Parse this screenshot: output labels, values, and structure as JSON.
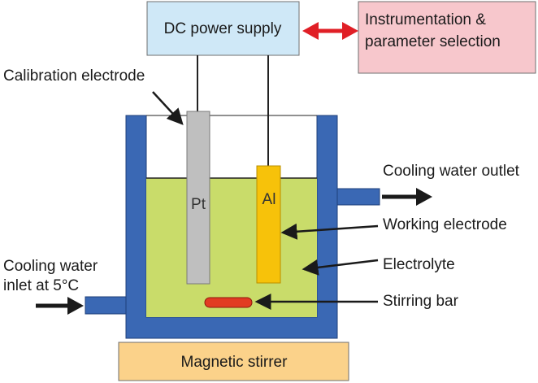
{
  "boxes": {
    "dc_power_supply": "DC power supply",
    "instrumentation_line1": "Instrumentation &",
    "instrumentation_line2": "parameter selection",
    "magnetic_stirrer": "Magnetic stirrer"
  },
  "electrodes": {
    "pt": "Pt",
    "al": "Al"
  },
  "labels": {
    "calibration_electrode": "Calibration electrode",
    "cooling_water_outlet": "Cooling water outlet",
    "working_electrode": "Working electrode",
    "electrolyte": "Electrolyte",
    "stirring_bar": "Stirring bar",
    "cooling_inlet_line1": "Cooling water",
    "cooling_inlet_line2": "inlet at 5°C"
  },
  "colors": {
    "power_box": "#cfe8f7",
    "instrument_box": "#f7c7cc",
    "stirrer_box": "#fbd28a",
    "vessel_wall": "#3a68b4",
    "electrolyte": "#c9dc6a",
    "pt_electrode": "#bfbfbf",
    "al_electrode": "#f7c20a",
    "stirring_bar": "#e23b22",
    "double_arrow": "#e01f26",
    "arrow": "#1a1a1a"
  }
}
